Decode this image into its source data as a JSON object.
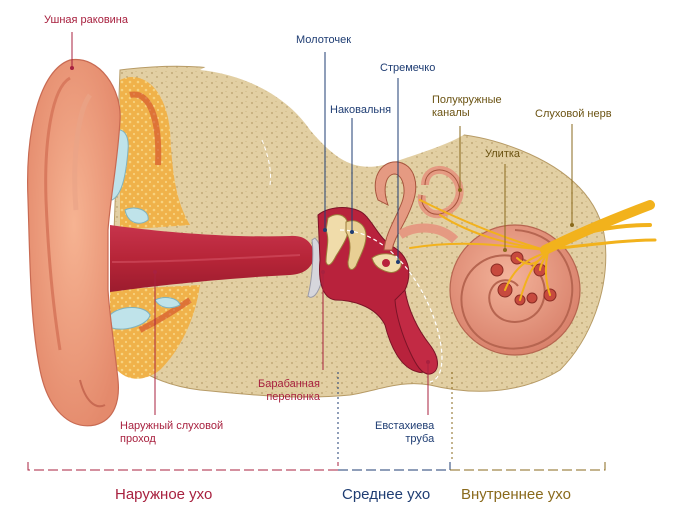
{
  "labels": {
    "auricle": "Ушная раковина",
    "malleus": "Молоточек",
    "stapes": "Стремечко",
    "incus": "Наковальня",
    "semicircular_line1": "Полукружные",
    "semicircular_line2": "каналы",
    "auditory_nerve": "Слуховой нерв",
    "cochlea": "Улитка",
    "eardrum_line1": "Барабанная",
    "eardrum_line2": "перепонка",
    "canal_line1": "Наружный слуховой",
    "canal_line2": "проход",
    "eustachian_line1": "Евстахиева",
    "eustachian_line2": "труба"
  },
  "sections": {
    "outer": "Наружное ухо",
    "middle": "Среднее ухо",
    "inner": "Внутреннее ухо"
  },
  "colors": {
    "outer": "#a8213f",
    "middle": "#1f3d73",
    "inner": "#8a6a1c"
  }
}
